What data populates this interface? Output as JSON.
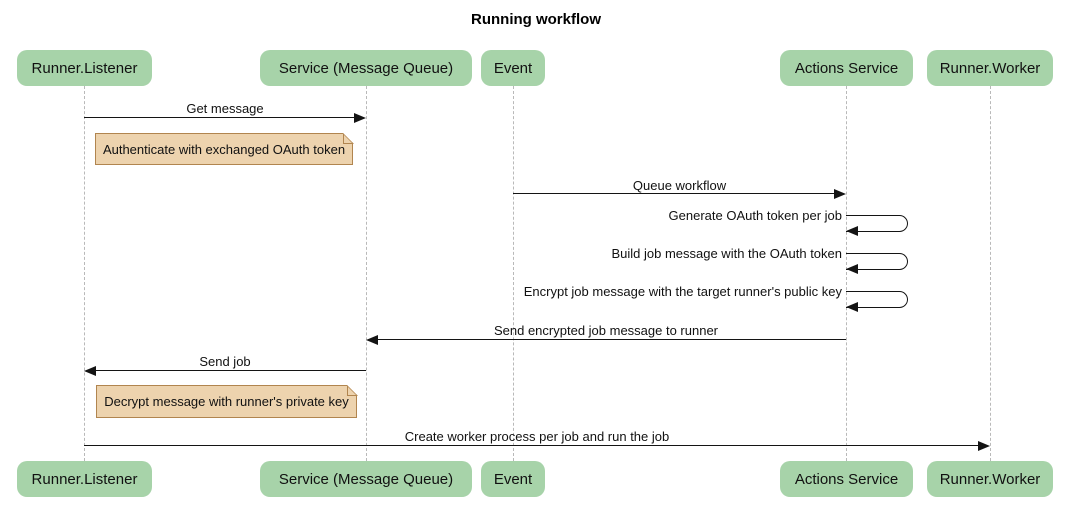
{
  "title": "Running workflow",
  "colors": {
    "participant_fill": "#A7D3A9",
    "note_fill": "#EDD3AE",
    "note_border": "#B1854F",
    "message_line": "#141414",
    "lifeline": "#b9b9b9"
  },
  "participants": [
    {
      "label": "Runner.Listener"
    },
    {
      "label": "Service (Message Queue)"
    },
    {
      "label": "Event"
    },
    {
      "label": "Actions Service"
    },
    {
      "label": "Runner.Worker"
    }
  ],
  "messages": [
    {
      "label": "Get message",
      "from": "Runner.Listener",
      "to": "Service (Message Queue)",
      "type": "arrow"
    },
    {
      "label": "Queue workflow",
      "from": "Event",
      "to": "Actions Service",
      "type": "arrow"
    },
    {
      "label": "Generate OAuth token per job",
      "from": "Actions Service",
      "to": "Actions Service",
      "type": "self"
    },
    {
      "label": "Build job message with the OAuth token",
      "from": "Actions Service",
      "to": "Actions Service",
      "type": "self"
    },
    {
      "label": "Encrypt job message with the target runner's public key",
      "from": "Actions Service",
      "to": "Actions Service",
      "type": "self"
    },
    {
      "label": "Send encrypted job message to runner",
      "from": "Actions Service",
      "to": "Service (Message Queue)",
      "type": "arrow"
    },
    {
      "label": "Send job",
      "from": "Service (Message Queue)",
      "to": "Runner.Listener",
      "type": "arrow"
    },
    {
      "label": "Create worker process per job and run the job",
      "from": "Runner.Listener",
      "to": "Runner.Worker",
      "type": "arrow"
    }
  ],
  "notes": [
    {
      "text": "Authenticate with exchanged OAuth token",
      "over": "Runner.Listener"
    },
    {
      "text": "Decrypt message with runner's private key",
      "over": "Runner.Listener"
    }
  ]
}
